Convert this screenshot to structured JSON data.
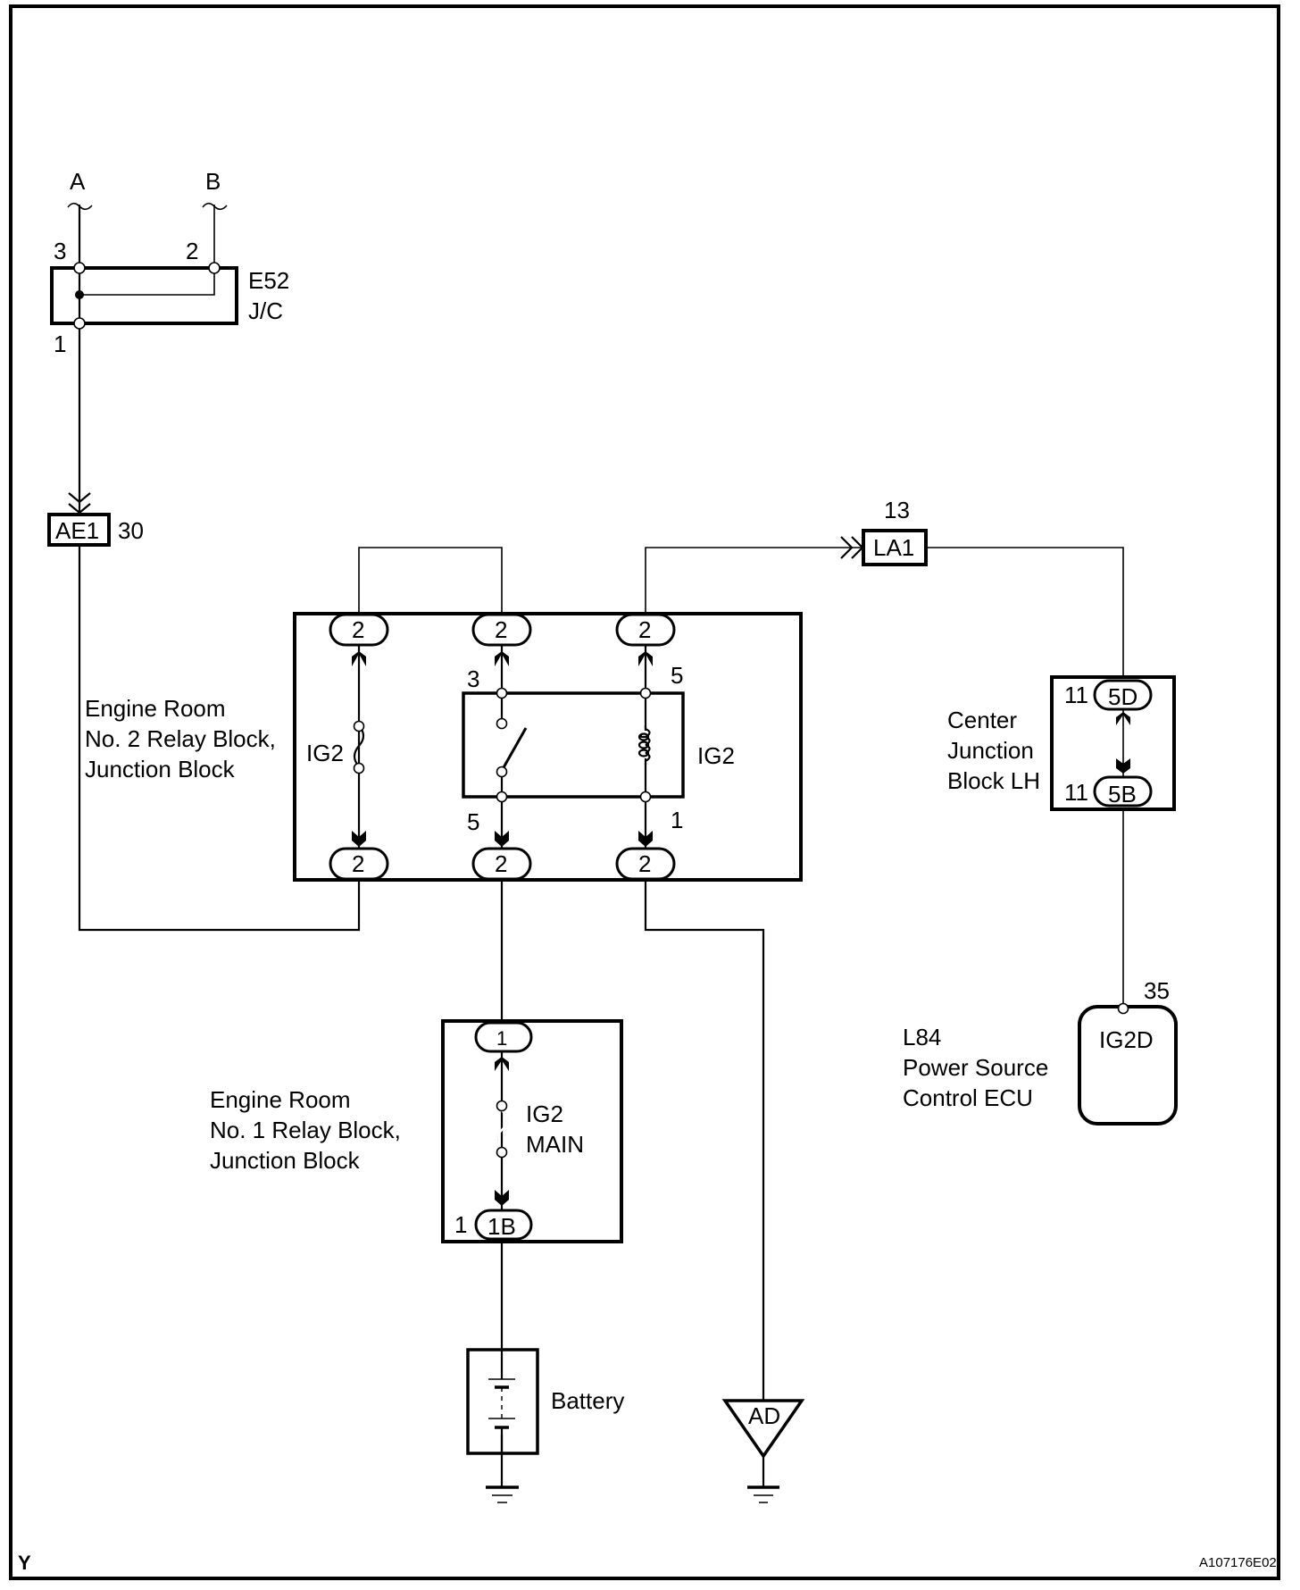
{
  "diagram": {
    "type": "wiring-diagram",
    "left_corner_mark": "Y",
    "figure_id": "A107176E02"
  },
  "wires_top": {
    "a_label": "A",
    "b_label": "B"
  },
  "jc": {
    "name": "E52",
    "type": "J/C",
    "pin_a": "3",
    "pin_b": "2",
    "pin_out": "1"
  },
  "ae1": {
    "name": "AE1",
    "pin": "30"
  },
  "la1": {
    "name": "LA1",
    "pin": "13"
  },
  "relay_block_2": {
    "label_lines": [
      "Engine Room",
      "No. 2 Relay Block,",
      "Junction Block"
    ],
    "connector_pins": [
      "2",
      "2",
      "2",
      "2",
      "2",
      "2"
    ],
    "fuse_label": "IG2",
    "relay_label": "IG2",
    "relay_pins": {
      "switch_top": "3",
      "switch_bottom": "5",
      "coil_top": "5",
      "coil_bottom": "1"
    }
  },
  "relay_block_1": {
    "label_lines": [
      "Engine Room",
      "No. 1 Relay Block,",
      "Junction Block"
    ],
    "top_pin": "1",
    "bottom_pin_num": "1",
    "bottom_connector": "1B",
    "fuse_label_lines": [
      "IG2",
      "MAIN"
    ]
  },
  "center_jb": {
    "label_lines": [
      "Center",
      "Junction",
      "Block LH"
    ],
    "top_pin": "11",
    "top_connector": "5D",
    "bottom_pin": "11",
    "bottom_connector": "5B"
  },
  "ecu": {
    "label_lines": [
      "L84",
      "Power Source",
      "Control ECU"
    ],
    "pin": "35",
    "terminal": "IG2D"
  },
  "battery": {
    "label": "Battery"
  },
  "ground_ad": {
    "label": "AD"
  }
}
